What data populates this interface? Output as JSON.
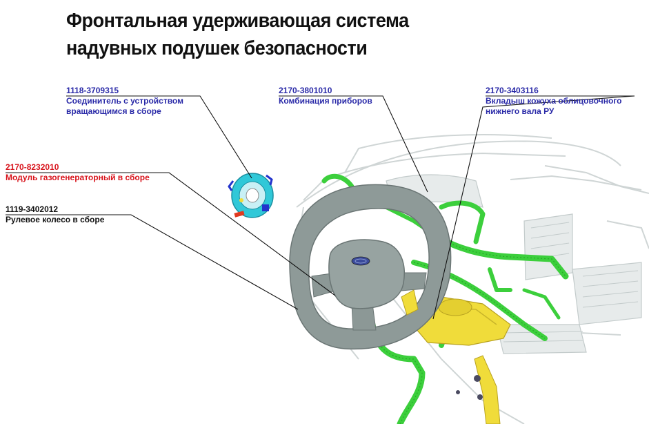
{
  "title": {
    "line1": "Фронтальная удерживающая  система",
    "line2": "надувных подушек безопасности"
  },
  "callouts": [
    {
      "code": "1118-3709315",
      "name_line1": "Соединитель с устройством",
      "name_line2": "вращающимся в сборе",
      "color": "#2a2aa8"
    },
    {
      "code": "2170-3801010",
      "name_line1": "Комбинация приборов",
      "color": "#2a2aa8"
    },
    {
      "code": "2170-3403116",
      "name_line1": "Вкладыш кожуха облицовочного",
      "name_line2": "нижнего вала РУ",
      "color": "#2a2aa8"
    },
    {
      "code": "2170-8232010",
      "name_line1": "Модуль газогенераторный в сборе",
      "color": "#d8141c"
    },
    {
      "code": "1119-3402012",
      "name_line1": "Рулевое колесо в сборе",
      "color": "#111111"
    }
  ],
  "colors": {
    "harness": "#3ccf3c",
    "wheel": "#8e9a98",
    "cover": "#f0dc3a",
    "connector": "#30c8d8",
    "dashboard": "#c9cfcf"
  }
}
